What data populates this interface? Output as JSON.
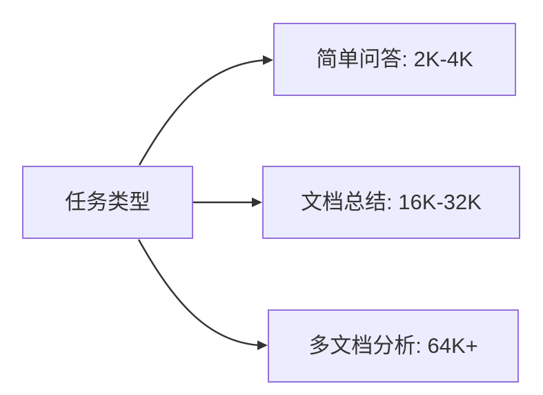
{
  "diagram": {
    "type": "flowchart",
    "direction": "left-to-right",
    "root_node": {
      "label": "任务类型"
    },
    "leaf_nodes": [
      {
        "label": "简单问答: 2K-4K"
      },
      {
        "label": "文档总结: 16K-32K"
      },
      {
        "label": "多文档分析: 64K+"
      }
    ],
    "edges": [
      {
        "from": "任务类型",
        "to": "简单问答: 2K-4K"
      },
      {
        "from": "任务类型",
        "to": "文档总结: 16K-32K"
      },
      {
        "from": "任务类型",
        "to": "多文档分析: 64K+"
      }
    ],
    "colors": {
      "node_fill": "#ECECFF",
      "node_border": "#9370DB",
      "edge": "#333333",
      "text": "#333333",
      "background": "#FFFFFF"
    }
  }
}
